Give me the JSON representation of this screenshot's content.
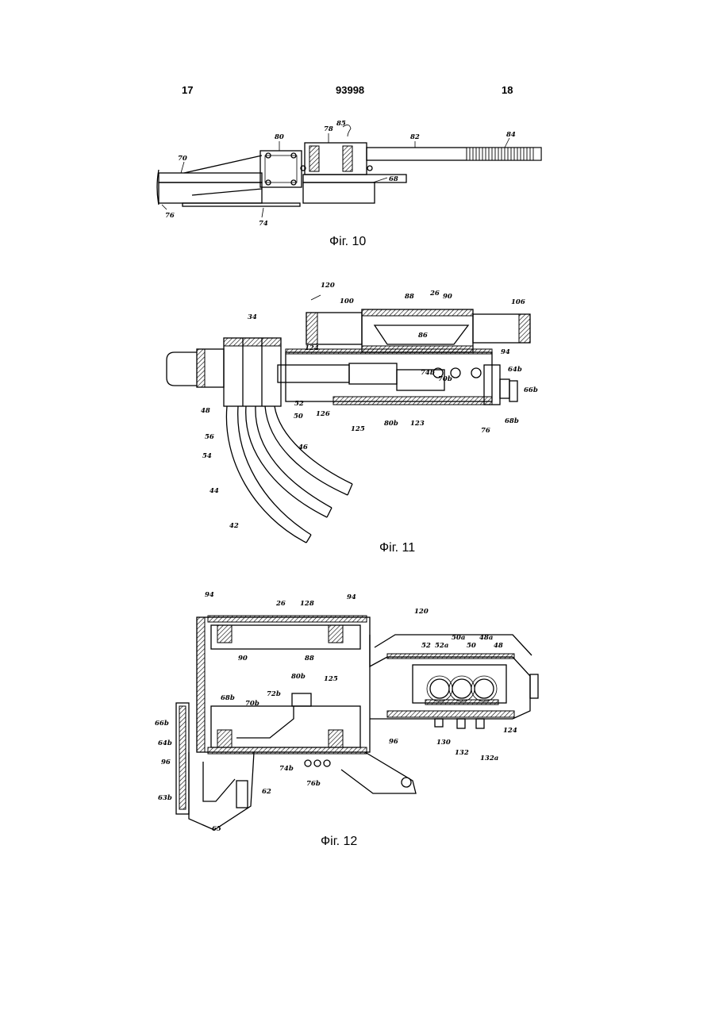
{
  "header": {
    "left_page": "17",
    "patent_number": "93998",
    "right_page": "18"
  },
  "figures": [
    {
      "caption": "Фіг. 10",
      "labels": [
        "85",
        "78",
        "80",
        "82",
        "84",
        "70",
        "68",
        "76",
        "74"
      ]
    },
    {
      "caption": "Фіг. 11",
      "labels": [
        "120",
        "100",
        "88",
        "26",
        "90",
        "106",
        "34",
        "124",
        "86",
        "94",
        "74b",
        "64b",
        "70b",
        "66b",
        "48",
        "52",
        "50",
        "126",
        "125",
        "80b",
        "123",
        "76",
        "68b",
        "56",
        "54",
        "46",
        "44",
        "42"
      ]
    },
    {
      "caption": "Фіг. 12",
      "labels": [
        "94",
        "26",
        "128",
        "94",
        "120",
        "90",
        "88",
        "52",
        "52a",
        "50a",
        "50",
        "48a",
        "48",
        "80b",
        "125",
        "68b",
        "72b",
        "70b",
        "66b",
        "64b",
        "96",
        "74b",
        "76b",
        "62",
        "63b",
        "65",
        "96",
        "130",
        "132",
        "132a",
        "124"
      ]
    }
  ]
}
